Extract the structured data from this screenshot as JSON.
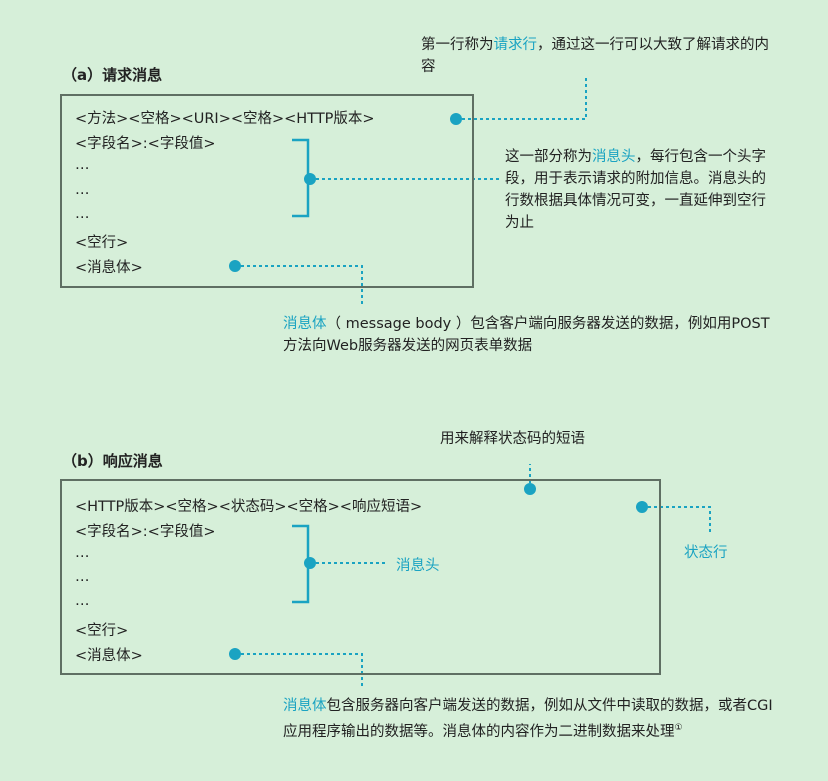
{
  "colors": {
    "background": "#d6efd9",
    "accent": "#1aa3c2",
    "box_border": "#5f6f63",
    "bracket": "#1aa3c2"
  },
  "a": {
    "title": "（a）请求消息",
    "lines": [
      "<方法><空格><URI><空格><HTTP版本>",
      "<字段名>:<字段值>",
      "…",
      "…",
      "…",
      "<空行>",
      "<消息体>"
    ],
    "note_request_line": {
      "pre": "第一行称为",
      "hl": "请求行",
      "post": "，通过这一行可以大致了解请求的内容"
    },
    "note_header": {
      "pre": "这一部分称为",
      "hl": "消息头",
      "post": "，每行包含一个头字段，用于表示请求的附加信息。消息头的行数根据具体情况可变，一直延伸到空行为止"
    },
    "note_body": {
      "hl": "消息体",
      "post": "（ message body ）包含客户端向服务器发送的数据，例如用POST方法向Web服务器发送的网页表单数据"
    }
  },
  "b": {
    "title": "（b）响应消息",
    "lines": [
      "<HTTP版本><空格><状态码><空格><响应短语>",
      "<字段名>:<字段值>",
      "…",
      "…",
      "…",
      "<空行>",
      "<消息体>"
    ],
    "note_phrase": "用来解释状态码的短语",
    "label_status_line": "状态行",
    "label_header": "消息头",
    "note_body": {
      "hl": "消息体",
      "post": "包含服务器向客户端发送的数据，例如从文件中读取的数据，或者CGI应用程序输出的数据等。消息体的内容作为二进制数据来处理",
      "sup": "①"
    }
  }
}
